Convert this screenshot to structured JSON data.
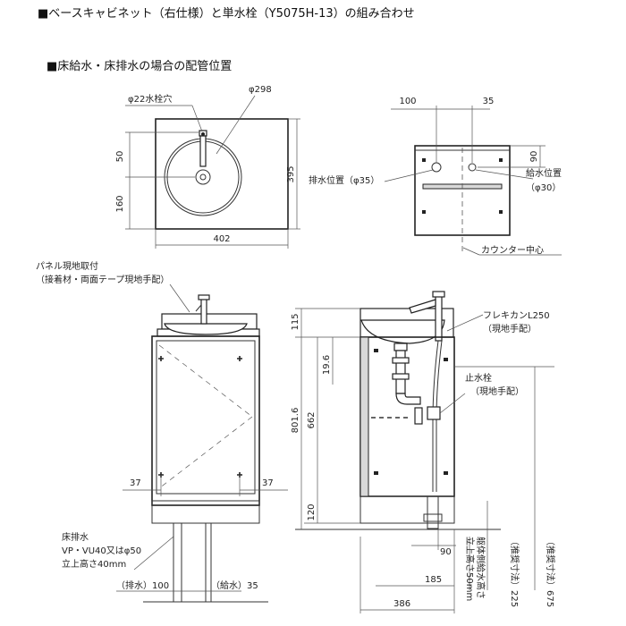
{
  "title": "■ベースキャビネット（右仕様）と単水栓（Y5075H-13）の組み合わせ",
  "subtitle": "■床給水・床排水の場合の配管位置",
  "top_view": {
    "faucet_hole": "φ22水栓穴",
    "bowl_dia": "φ298",
    "dim_50": "50",
    "dim_160": "160",
    "dim_395": "395",
    "dim_402": "402"
  },
  "bottom_view": {
    "dim_100": "100",
    "dim_35": "35",
    "dim_90": "90",
    "drain_pos": "排水位置（φ35）",
    "supply_pos_1": "給水位置",
    "supply_pos_2": "（φ30）",
    "counter_center": "カウンター中心"
  },
  "front_view": {
    "panel_1": "パネル現地取付",
    "panel_2": "（接着材・両面テープ現地手配）",
    "dim_37_left": "37",
    "dim_37_right": "37",
    "floor_drain_1": "床排水",
    "floor_drain_2": "VP・VU40又はφ50",
    "floor_drain_3": "立上高さ40mm",
    "drain_dim": "（排水）100",
    "supply_dim": "（給水）35"
  },
  "side_view": {
    "flex_1": "フレキカンL250",
    "flex_2": "（現地手配）",
    "stop_1": "止水栓",
    "stop_2": "（現地手配）",
    "dim_115": "115",
    "dim_196": "19.6",
    "dim_662": "662",
    "dim_8016": "801.6",
    "dim_120": "120",
    "dim_90": "90",
    "dim_185": "185",
    "dim_386": "386",
    "vlabel_1": "躯体側給水高さ",
    "vlabel_1b": "立上高さ50mm",
    "vlabel_2": "（推奨寸法）225",
    "vlabel_3": "（推奨寸法）675"
  }
}
